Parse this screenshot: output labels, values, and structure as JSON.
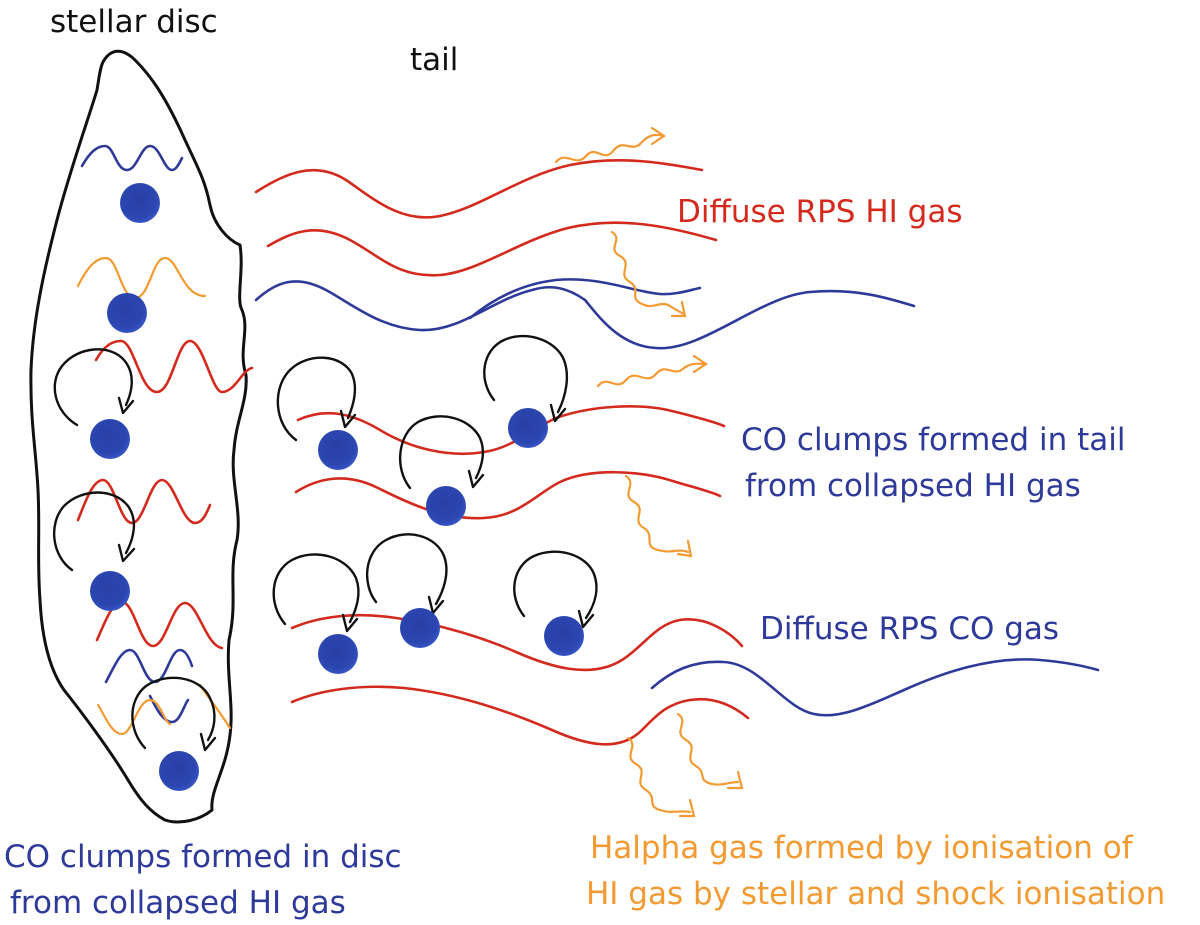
{
  "labels": {
    "stellar_disc": "stellar disc",
    "tail": "tail",
    "diffuse_hi": "Diffuse RPS HI gas",
    "co_tail_line1": "CO clumps formed in tail",
    "co_tail_line2": "from collapsed HI gas",
    "diffuse_co": "Diffuse RPS CO gas",
    "co_disc_line1": "CO clumps formed in disc",
    "co_disc_line2": "from collapsed HI gas",
    "halpha_line1": "Halpha gas formed by ionisation of",
    "halpha_line2": "HI gas by stellar and shock ionisation"
  },
  "colors": {
    "hi_gas": "#d42a1e",
    "co_gas": "#2e3a9a",
    "halpha": "#f39a32",
    "clump": "#2b46b0",
    "clump_dark": "#1e2f86",
    "outline": "#111111"
  }
}
